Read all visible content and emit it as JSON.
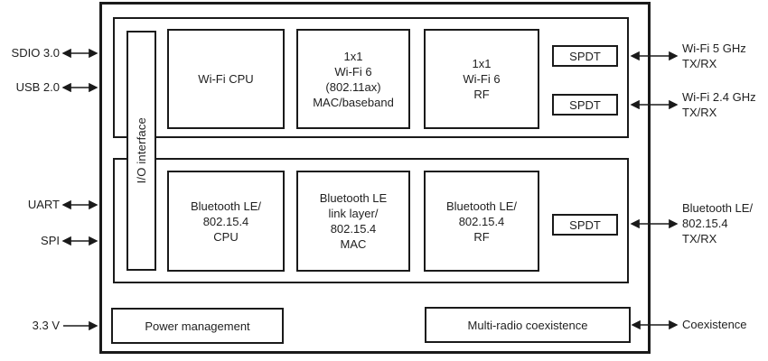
{
  "colors": {
    "background": "#ffffff",
    "line": "#1a1a1a",
    "text": "#1f1f1f"
  },
  "blocks": {
    "io_interface": "I/O interface",
    "wifi_cpu": "Wi-Fi CPU",
    "wifi_mac": "1x1\nWi-Fi 6\n(802.11ax)\nMAC/baseband",
    "wifi_rf": "1x1\nWi-Fi 6\nRF",
    "spdt_wifi_5ghz": "SPDT",
    "spdt_wifi_24ghz": "SPDT",
    "bt_cpu": "Bluetooth LE/\n802.15.4\nCPU",
    "bt_link_mac": "Bluetooth LE\nlink layer/\n802.15.4\nMAC",
    "bt_rf": "Bluetooth LE/\n802.15.4\nRF",
    "spdt_bt": "SPDT",
    "power_management": "Power management",
    "multi_radio_coex": "Multi-radio coexistence"
  },
  "left_ports": [
    {
      "label": "SDIO 3.0",
      "direction": "bidirectional"
    },
    {
      "label": "USB 2.0",
      "direction": "bidirectional"
    },
    {
      "label": "UART",
      "direction": "bidirectional"
    },
    {
      "label": "SPI",
      "direction": "bidirectional"
    },
    {
      "label": "3.3 V",
      "direction": "input"
    }
  ],
  "right_ports": [
    {
      "label": "Wi-Fi 5 GHz\nTX/RX",
      "direction": "bidirectional"
    },
    {
      "label": "Wi-Fi 2.4 GHz\nTX/RX",
      "direction": "bidirectional"
    },
    {
      "label": "Bluetooth LE/\n802.15.4\nTX/RX",
      "direction": "bidirectional"
    },
    {
      "label": "Coexistence",
      "direction": "bidirectional"
    }
  ]
}
